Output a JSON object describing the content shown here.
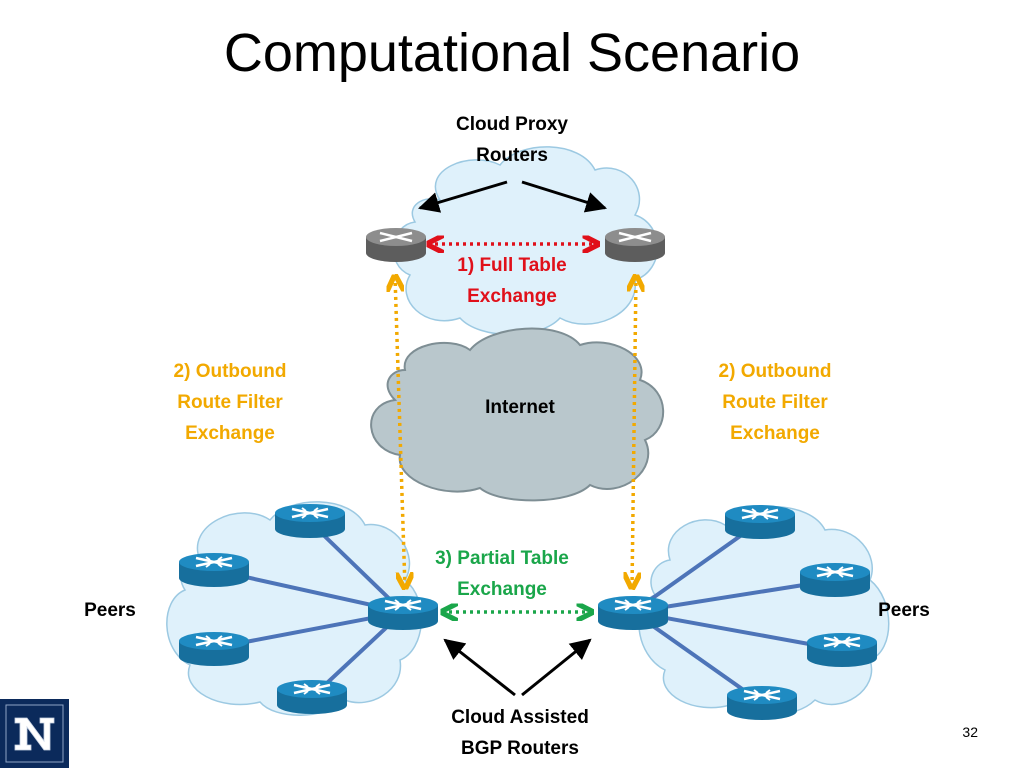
{
  "slide": {
    "title": "Computational Scenario",
    "page_number": "32"
  },
  "labels": {
    "cloud_proxy_routers": "Cloud Proxy\nRouters",
    "full_table_exchange": "1) Full Table\nExchange",
    "outbound_route_filter_left": "2) Outbound\nRoute Filter\nExchange",
    "outbound_route_filter_right": "2) Outbound\nRoute Filter\nExchange",
    "internet": "Internet",
    "partial_table_exchange": "3) Partial Table\nExchange",
    "peers_left": "Peers",
    "peers_right": "Peers",
    "cloud_assisted_bgp_routers": "Cloud Assisted\nBGP Routers"
  },
  "colors": {
    "full_table": "#e0101a",
    "outbound": "#f2a900",
    "partial": "#1aa64a",
    "cloud_fill": "#dff1fb",
    "internet_fill": "#b9c7cc",
    "router_blue": "#1f8bc2",
    "router_gray": "#7d7d7d",
    "link": "#4d74b8",
    "logo_bg": "#0b2a5b"
  },
  "icons": {
    "router": "router-icon",
    "logo": "university-n-logo"
  }
}
